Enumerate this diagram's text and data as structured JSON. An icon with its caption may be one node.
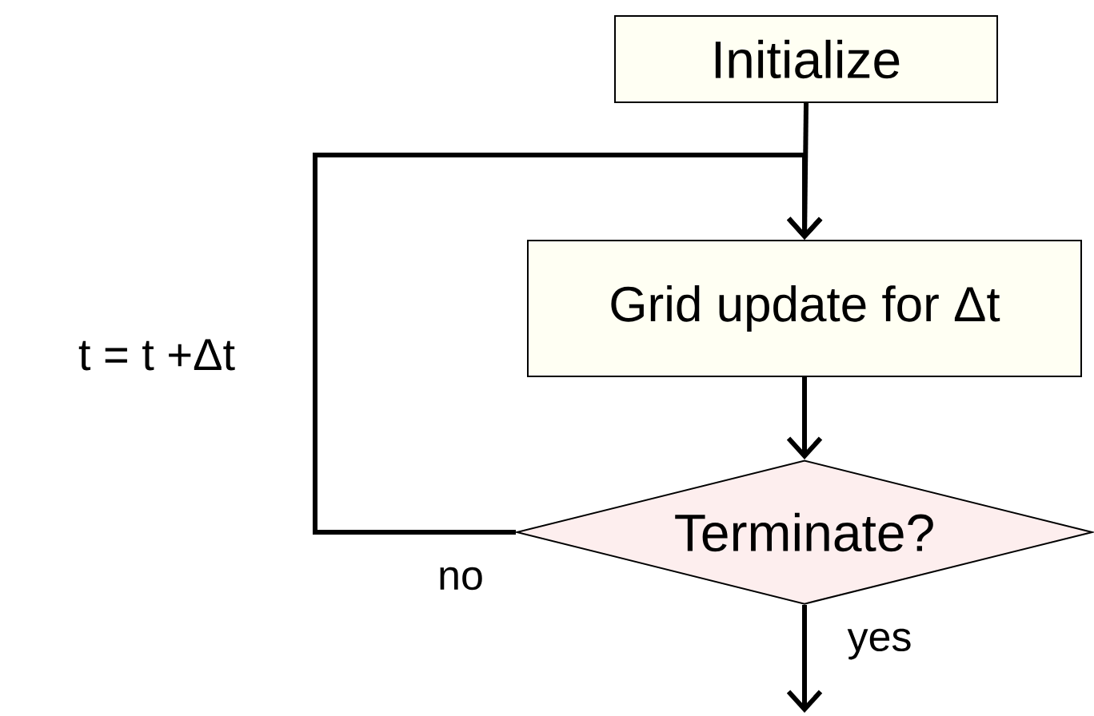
{
  "diagram": {
    "nodes": [
      {
        "text": [
          "Initialize"
        ]
      },
      {
        "text": [
          "Grid update for Δt"
        ]
      },
      {
        "text": [
          "Terminate?"
        ]
      }
    ],
    "edges": [
      {
        "from": 0,
        "to": 1,
        "arrow": "to"
      },
      {
        "from": 1,
        "to": 2,
        "arrow": "to"
      },
      {
        "from": 2,
        "to": 1,
        "arrow": "to",
        "label": "no"
      },
      {
        "from": 2,
        "to": null,
        "arrow": "to",
        "label": "yes"
      }
    ],
    "labels": [
      "t = t +Δt"
    ]
  }
}
